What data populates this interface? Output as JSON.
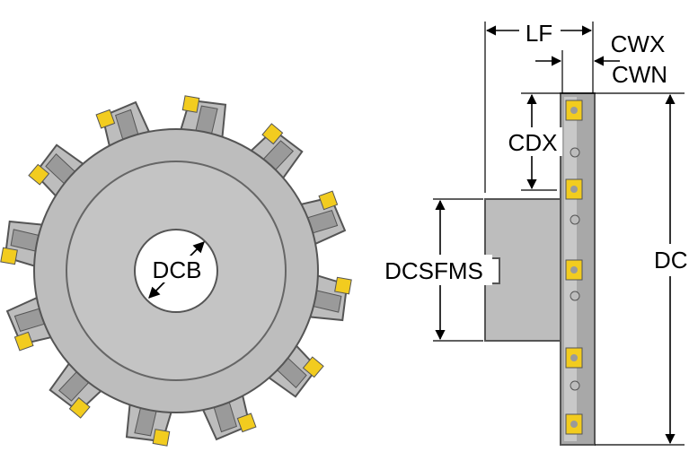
{
  "labels": {
    "bore": "DCB",
    "width_overall": "LF",
    "width_max": "CWX",
    "width_min": "CWN",
    "depth": "CDX",
    "hub_diameter": "DCSFMS",
    "cutting_diameter": "DC"
  },
  "colors": {
    "body": "#bdbdbd",
    "body_dark": "#9a9a9a",
    "outline": "#555555",
    "insert": "#f2cc1f",
    "dim_line": "#000000"
  },
  "tooth_count": 12
}
